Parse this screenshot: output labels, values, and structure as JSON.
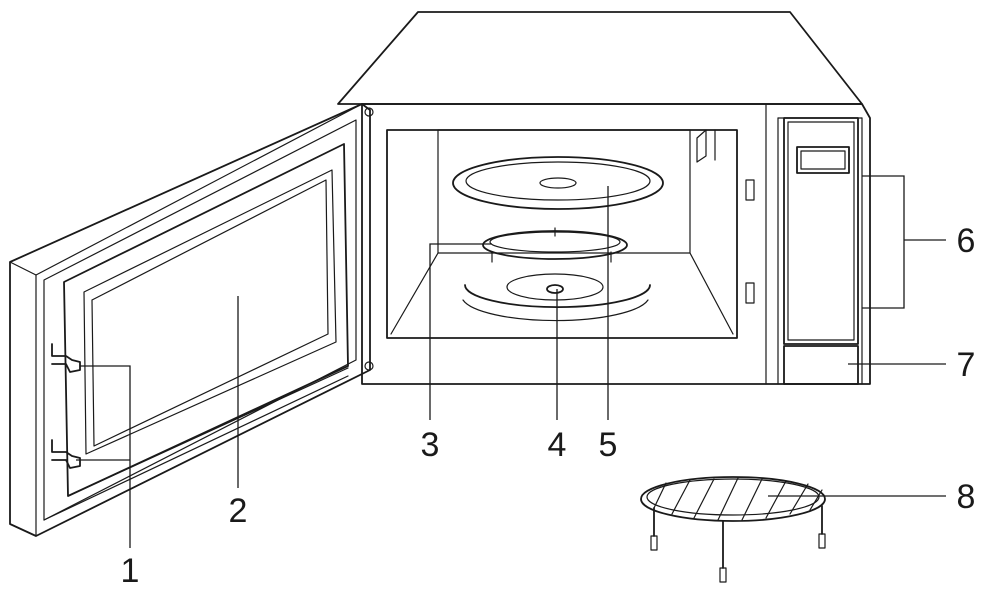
{
  "callouts": [
    {
      "id": "1",
      "label": "1"
    },
    {
      "id": "2",
      "label": "2"
    },
    {
      "id": "3",
      "label": "3"
    },
    {
      "id": "4",
      "label": "4"
    },
    {
      "id": "5",
      "label": "5"
    },
    {
      "id": "6",
      "label": "6"
    },
    {
      "id": "7",
      "label": "7"
    },
    {
      "id": "8",
      "label": "8"
    }
  ],
  "colors": {
    "line": "#1a1a1a",
    "background": "#ffffff"
  }
}
